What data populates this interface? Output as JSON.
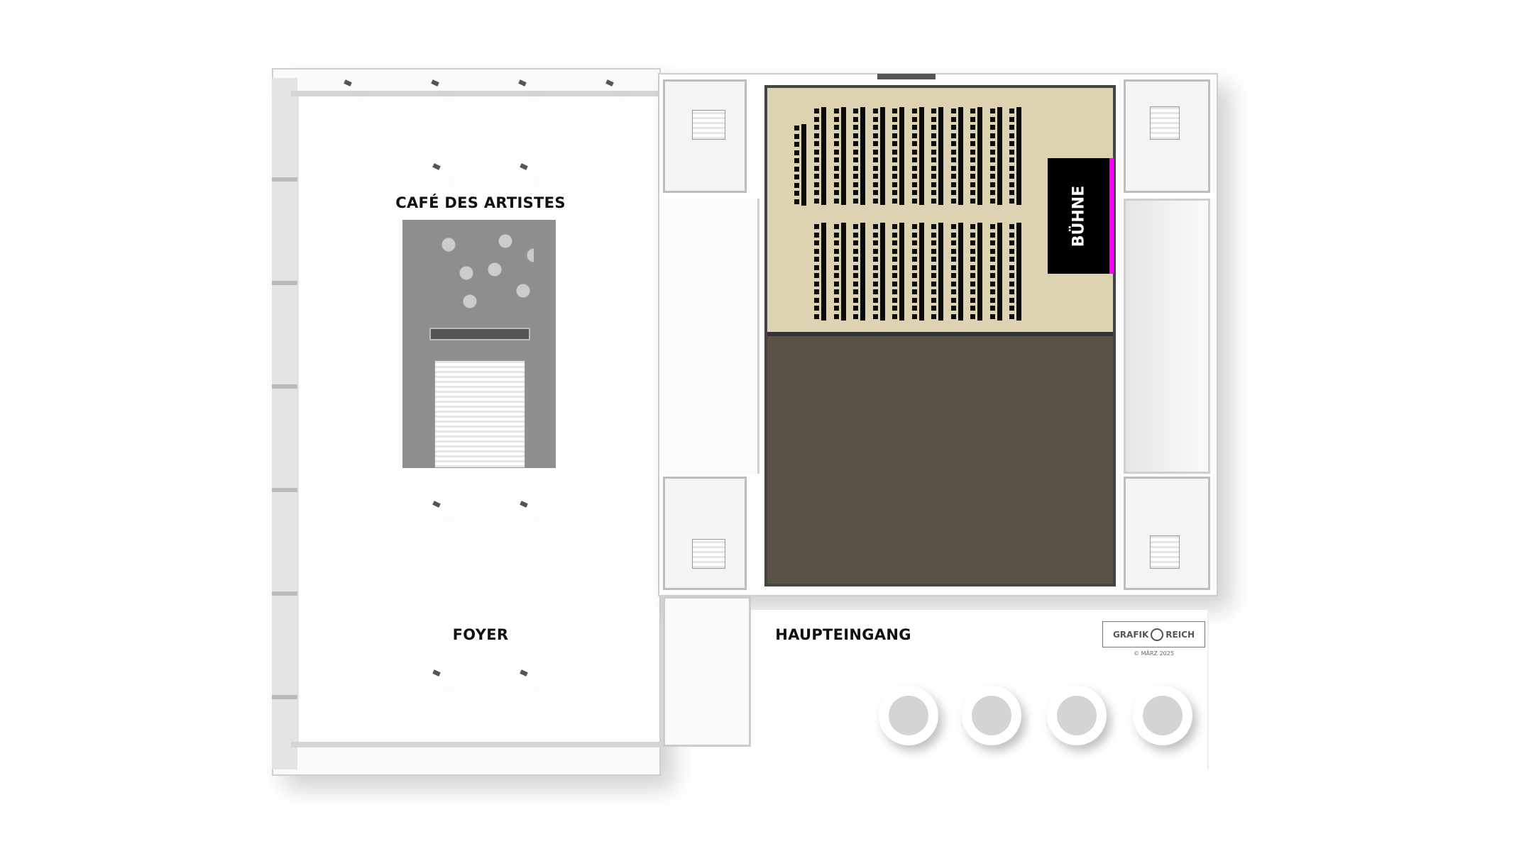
{
  "labels": {
    "cafe": "CAFÉ DES ARTISTES",
    "foyer": "FOYER",
    "main_entrance": "HAUPTEINGANG",
    "stage": "BÜHNE"
  },
  "logo": {
    "text_left": "GRAFIK",
    "text_right": "REICH",
    "copyright": "© MÄRZ 2025"
  },
  "colors": {
    "hall_floor": "#ddd3b3",
    "hall_lower_floor": "#585345",
    "stage": "#000000",
    "stage_edge": "#ff00ff",
    "seat": "#0a0a0a"
  },
  "seating": {
    "upper_block": {
      "column_pairs": 11,
      "rows": 12
    },
    "upper_side_column": {
      "rows": 10
    },
    "lower_block": {
      "column_pairs": 11,
      "rows": 12
    }
  }
}
